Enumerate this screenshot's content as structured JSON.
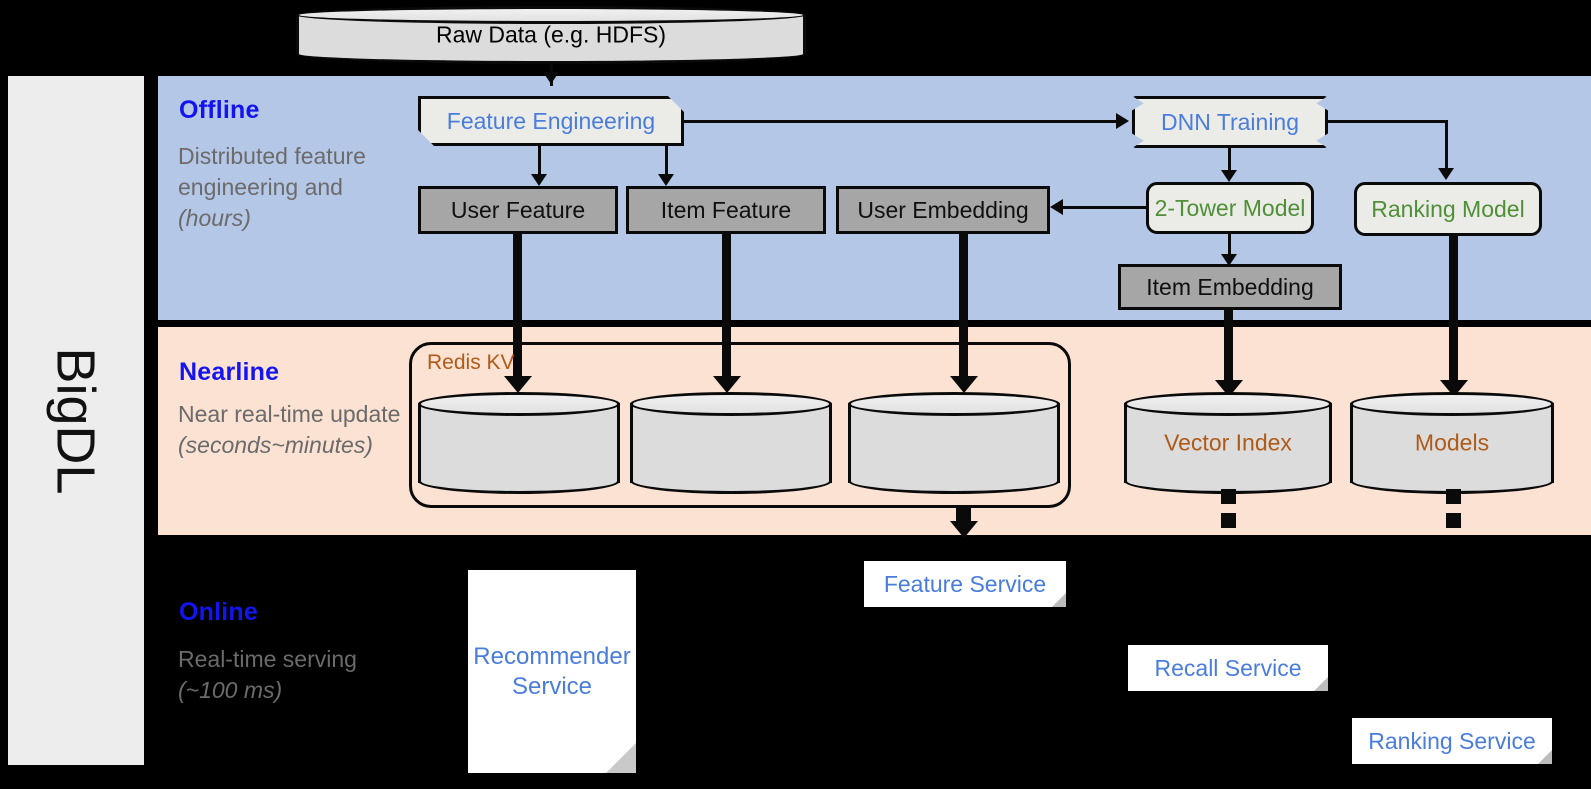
{
  "sidebar": {
    "label": "BigDL"
  },
  "stages": {
    "offline": {
      "title": "Offline",
      "desc_plain": "Distributed feature engineering and ",
      "desc_em": "(hours)"
    },
    "nearline": {
      "title": "Nearline",
      "desc_plain": "Near real-time update ",
      "desc_em": "(seconds~minutes)"
    },
    "online": {
      "title": "Online",
      "desc_plain": "Real-time serving ",
      "desc_em": "(~100 ms)"
    }
  },
  "nodes": {
    "raw_data": "Raw Data (e.g. HDFS)",
    "feature_engineering": "Feature Engineering",
    "dnn_training": "DNN Training",
    "user_feature": "User Feature",
    "item_feature": "Item Feature",
    "user_embedding": "User Embedding",
    "two_tower_model": "2-Tower Model",
    "ranking_model": "Ranking Model",
    "item_embedding": "Item Embedding",
    "redis_kv": "Redis KV",
    "vector_index": "Vector Index",
    "models": "Models",
    "recommender_service": "Recommender Service",
    "feature_service": "Feature Service",
    "recall_service": "Recall Service",
    "ranking_service": "Ranking Service"
  },
  "colors": {
    "offline_panel": "#b4c7e7",
    "nearline_panel": "#fbe2d2",
    "online_panel": "#000000",
    "stage_title": "#1414f0",
    "stage_desc": "#6b6b6b",
    "blue_text": "#4a7ddb",
    "green_text": "#4f8f36",
    "brown_text": "#b05a18",
    "gray_box": "#a6a6a6",
    "light_box": "#ebebe8",
    "sidebar": "#ededed"
  }
}
